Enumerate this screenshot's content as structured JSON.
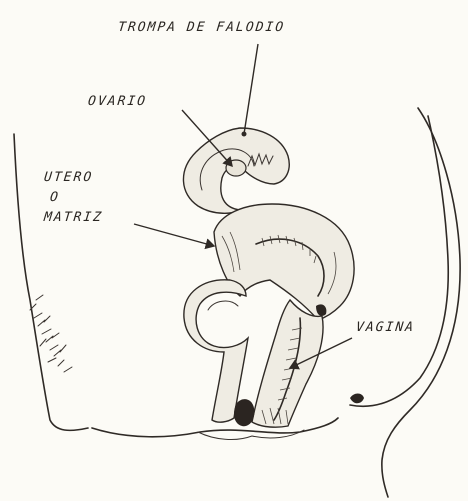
{
  "labels": {
    "tube": "TROMPA DE FALODIO",
    "ovary": "OVARIO",
    "uterus_1": "UTERO",
    "uterus_2": "O",
    "uterus_3": "MATRIZ",
    "vagina": "VAGINA"
  },
  "colors": {
    "ink": "#2f2a26",
    "paper": "#fcfbf6"
  }
}
